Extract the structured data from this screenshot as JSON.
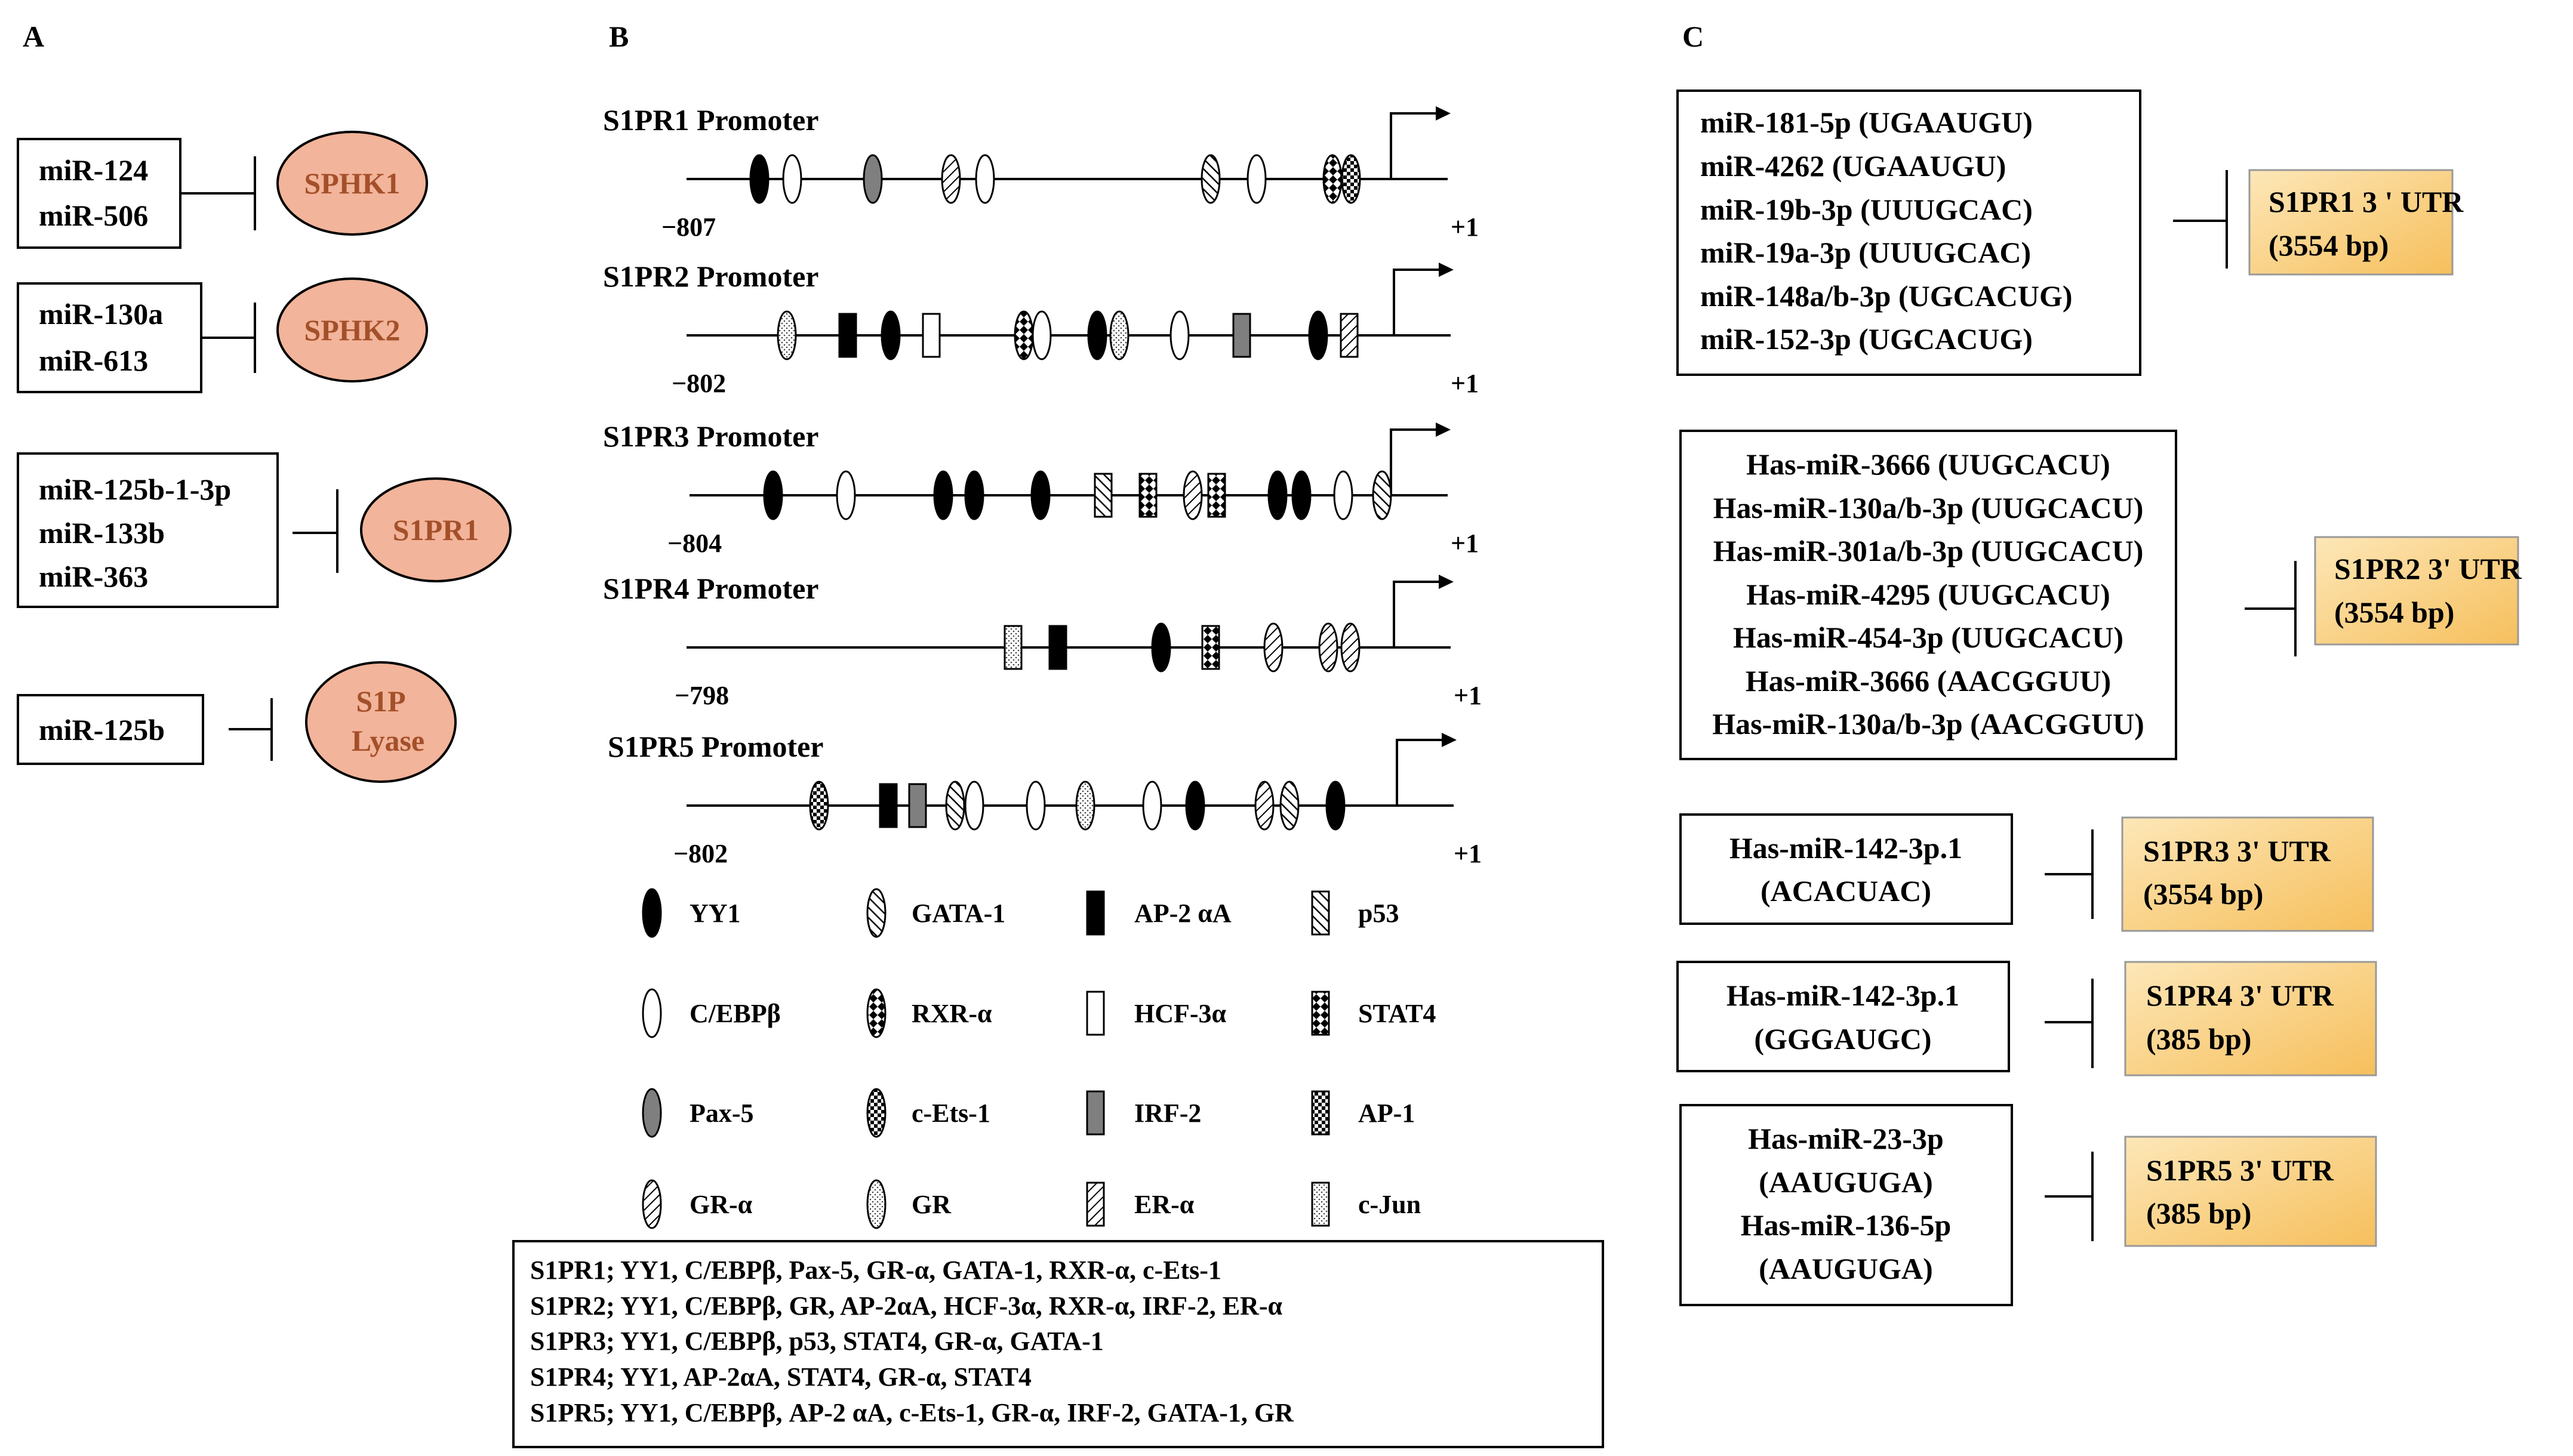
{
  "panel_labels": {
    "a": "A",
    "b": "B",
    "c": "C"
  },
  "panel_a": {
    "rows": [
      {
        "mirnas": [
          "miR-124",
          "miR-506"
        ],
        "target": [
          "SPHK1"
        ]
      },
      {
        "mirnas": [
          "miR-130a",
          "miR-613"
        ],
        "target": [
          "SPHK2"
        ]
      },
      {
        "mirnas": [
          "miR-125b-1-3p",
          "miR-133b",
          "miR-363"
        ],
        "target": [
          "S1PR1"
        ]
      },
      {
        "mirnas": [
          "miR-125b"
        ],
        "target": [
          "S1P",
          "Lyase"
        ]
      }
    ]
  },
  "panel_b": {
    "promoters": [
      {
        "title": "S1PR1 Promoter",
        "start": "−807",
        "end": "+1",
        "sites": [
          "YY1",
          "C/EBPβ",
          "Pax-5",
          "GR-α",
          "C/EBPβ",
          "GATA-1",
          "C/EBPβ",
          "RXR-α",
          "c-Ets-1"
        ]
      },
      {
        "title": "S1PR2 Promoter",
        "start": "−802",
        "end": "+1",
        "sites": [
          "GR",
          "AP-2 αA",
          "YY1",
          "HCF-3α",
          "RXR-α",
          "C/EBPβ",
          "YY1",
          "GR",
          "C/EBPβ",
          "IRF-2",
          "YY1",
          "ER-α"
        ]
      },
      {
        "title": "S1PR3 Promoter",
        "start": "−804",
        "end": "+1",
        "sites": [
          "YY1",
          "C/EBPβ",
          "YY1",
          "YY1",
          "YY1",
          "p53",
          "STAT4",
          "GR-α",
          "STAT4",
          "YY1",
          "YY1",
          "C/EBPβ",
          "GATA-1"
        ]
      },
      {
        "title": "S1PR4 Promoter",
        "start": "−798",
        "end": "+1",
        "sites": [
          "c-Jun",
          "AP-2 αA",
          "YY1",
          "STAT4",
          "GR-α",
          "GR-α",
          "GR-α"
        ]
      },
      {
        "title": "S1PR5 Promoter",
        "start": "−802",
        "end": "+1",
        "sites": [
          "c-Ets-1",
          "AP-2 αA",
          "IRF-2",
          "GATA-1",
          "C/EBPβ",
          "C/EBPβ",
          "GR",
          "C/EBPβ",
          "YY1",
          "GR-α",
          "GATA-1",
          "YY1"
        ]
      }
    ],
    "legend": [
      {
        "label": "YY1",
        "symbol": "oval-black"
      },
      {
        "label": "GATA-1",
        "symbol": "oval-diagonal"
      },
      {
        "label": "AP-2 αA",
        "symbol": "rect-black"
      },
      {
        "label": "p53",
        "symbol": "rect-diagonal"
      },
      {
        "label": "C/EBPβ",
        "symbol": "oval-white"
      },
      {
        "label": "RXR-α",
        "symbol": "oval-diamond"
      },
      {
        "label": "HCF-3α",
        "symbol": "rect-white"
      },
      {
        "label": "STAT4",
        "symbol": "rect-diamond"
      },
      {
        "label": "Pax-5",
        "symbol": "oval-gray"
      },
      {
        "label": "c-Ets-1",
        "symbol": "oval-checker"
      },
      {
        "label": "IRF-2",
        "symbol": "rect-gray"
      },
      {
        "label": "AP-1",
        "symbol": "rect-checker"
      },
      {
        "label": "GR-α",
        "symbol": "oval-backdiag"
      },
      {
        "label": "GR",
        "symbol": "oval-dotted"
      },
      {
        "label": "ER-α",
        "symbol": "rect-backdiag"
      },
      {
        "label": "c-Jun",
        "symbol": "rect-dotted"
      }
    ],
    "summary": [
      "S1PR1; YY1, C/EBPβ, Pax-5, GR-α, GATA-1, RXR-α, c-Ets-1",
      "S1PR2; YY1, C/EBPβ, GR, AP-2αA, HCF-3α, RXR-α, IRF-2, ER-α",
      "S1PR3; YY1, C/EBPβ, p53, STAT4, GR-α, GATA-1",
      "S1PR4; YY1, AP-2αA, STAT4, GR-α, STAT4",
      "S1PR5; YY1, C/EBPβ, AP-2 αA, c-Ets-1, GR-α, IRF-2, GATA-1, GR"
    ]
  },
  "panel_c": {
    "rows": [
      {
        "mirnas": [
          "miR-181-5p (UGAAUGU)",
          "miR-4262 (UGAAUGU)",
          "miR-19b-3p (UUUGCAC)",
          "miR-19a-3p (UUUGCAC)",
          "miR-148a/b-3p (UGCACUG)",
          "miR-152-3p (UGCACUG)"
        ],
        "target": [
          "S1PR1 3 ' UTR",
          "(3554 bp)"
        ]
      },
      {
        "mirnas": [
          "Has-miR-3666 (UUGCACU)",
          "Has-miR-130a/b-3p (UUGCACU)",
          "Has-miR-301a/b-3p (UUGCACU)",
          "Has-miR-4295 (UUGCACU)",
          "Has-miR-454-3p (UUGCACU)",
          "Has-miR-3666 (AACGGUU)",
          "Has-miR-130a/b-3p (AACGGUU)"
        ],
        "target": [
          "S1PR2 3' UTR",
          "(3554 bp)"
        ]
      },
      {
        "mirnas": [
          "Has-miR-142-3p.1",
          "(ACACUAC)"
        ],
        "target": [
          "S1PR3 3' UTR",
          "(3554 bp)"
        ]
      },
      {
        "mirnas": [
          "Has-miR-142-3p.1",
          "(GGGAUGC)"
        ],
        "target": [
          "S1PR4 3' UTR",
          "(385 bp)"
        ]
      },
      {
        "mirnas": [
          "Has-miR-23-3p",
          "(AAUGUGA)",
          "Has-miR-136-5p",
          "(AAUGUGA)"
        ],
        "target": [
          "S1PR5 3' UTR",
          "(385 bp)"
        ]
      }
    ]
  }
}
